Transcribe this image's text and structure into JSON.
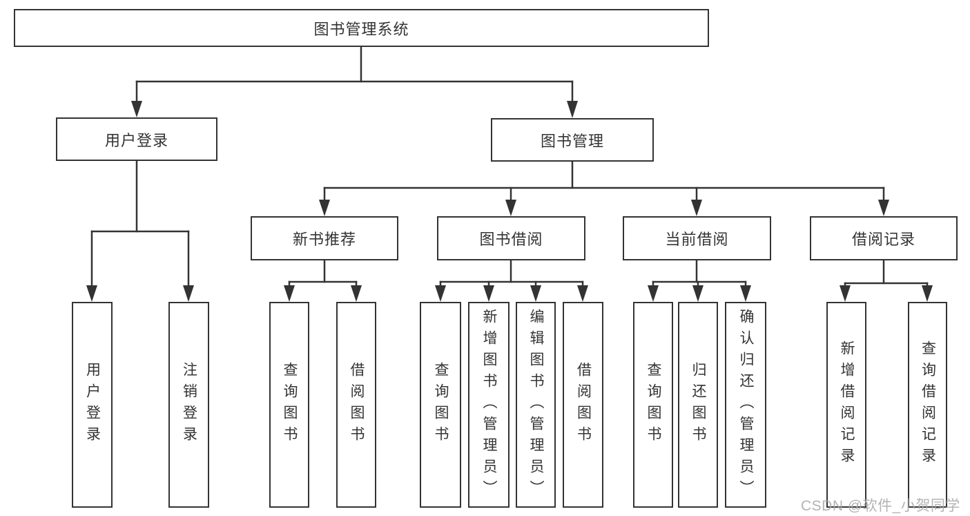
{
  "tree": {
    "root": {
      "label": "图书管理系统"
    },
    "children": [
      {
        "label": "用户登录",
        "children": [
          {
            "label": "用户登录"
          },
          {
            "label": "注销登录"
          }
        ]
      },
      {
        "label": "图书管理",
        "children": [
          {
            "label": "新书推荐",
            "children": [
              {
                "label": "查询图书"
              },
              {
                "label": "借阅图书"
              }
            ]
          },
          {
            "label": "图书借阅",
            "children": [
              {
                "label": "查询图书"
              },
              {
                "label": "新增图书（管理员）"
              },
              {
                "label": "编辑图书（管理员）"
              },
              {
                "label": "借阅图书"
              }
            ]
          },
          {
            "label": "当前借阅",
            "children": [
              {
                "label": "查询图书"
              },
              {
                "label": "归还图书"
              },
              {
                "label": "确认归还（管理员）"
              }
            ]
          },
          {
            "label": "借阅记录",
            "children": [
              {
                "label": "新增借阅记录"
              },
              {
                "label": "查询借阅记录"
              }
            ]
          }
        ]
      }
    ]
  },
  "watermark": {
    "text": "CSDN @软件_小贺同学"
  },
  "colors": {
    "line": "#333333",
    "text": "#333333",
    "watermark": "#a9a9a9",
    "background": "#ffffff"
  }
}
